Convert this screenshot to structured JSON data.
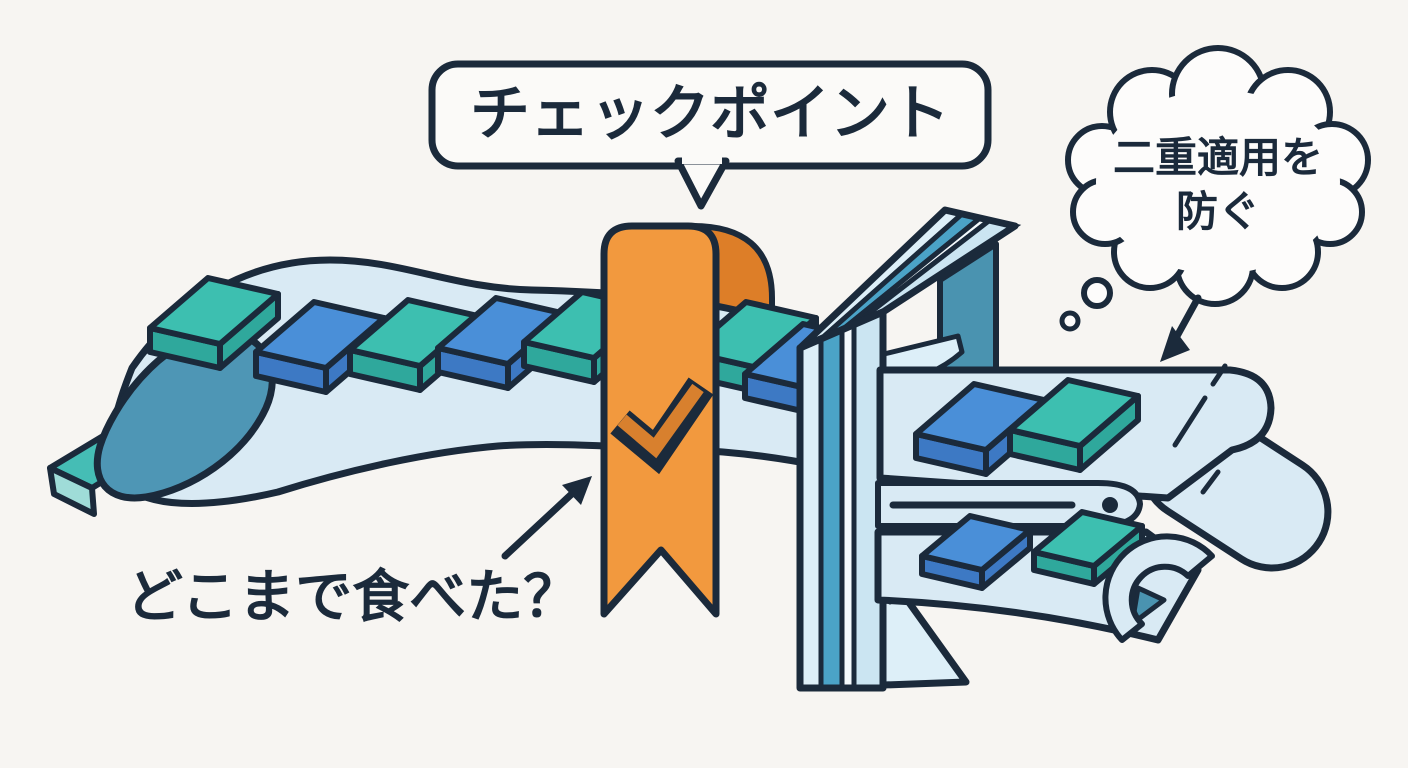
{
  "speech_bubble": {
    "label": "チェックポイント"
  },
  "thought_cloud": {
    "line1": "二重適用を",
    "line2": "防ぐ"
  },
  "question": {
    "label": "どこまで食べた？"
  },
  "icons": {
    "ribbon": "bookmark-ribbon-icon",
    "ribbon_mark": "checkmark-icon",
    "cloud_pointer": "arrow-down-left-icon",
    "question_pointer": "arrow-up-right-icon"
  },
  "tape_blocks": {
    "left_of_checkpoint": [
      "teal",
      "blue",
      "teal",
      "blue",
      "teal",
      "teal",
      "blue"
    ],
    "upper_shelf": [
      "blue",
      "teal"
    ],
    "lower_shelf": [
      "blue",
      "teal"
    ]
  },
  "colors": {
    "background": "#F7F5F2",
    "outline": "#1B2A3B",
    "bubble_fill": "#FBFAF8",
    "ribbon": "#F2993E",
    "ribbon_fold": "#DD7E28",
    "check_fill": "#D8802E",
    "tape": "#D9EAF4",
    "tape_curl": "#4E96B5",
    "tape_end": "#45BDB5",
    "block_teal": "#3DBFB0",
    "block_teal_shade": "#2FA89C",
    "block_blue": "#4A8FD8",
    "block_blue_shade": "#3D79C4",
    "frame_pale": "#DDEFF8",
    "frame_white": "#F4FAFD",
    "frame_stripe_blue": "#4BA3C7",
    "frame_panel": "#4A93B0"
  }
}
